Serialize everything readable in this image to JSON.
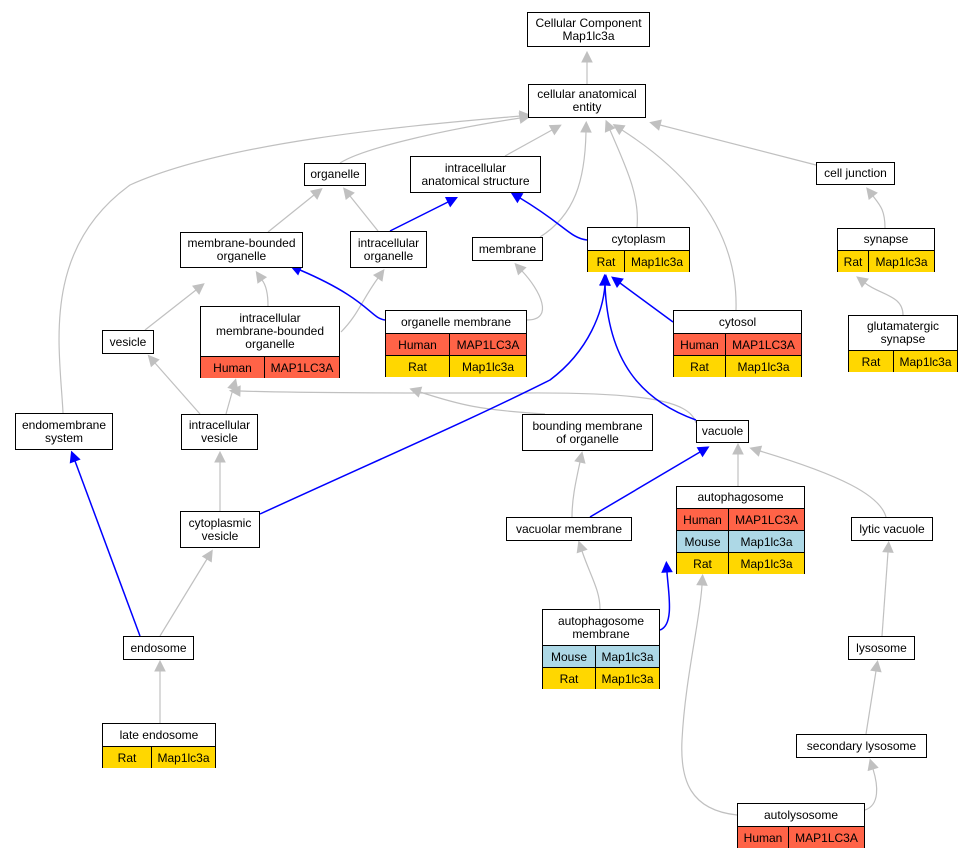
{
  "colors": {
    "human": "#ff6347",
    "mouse": "#add8e6",
    "rat": "#ffd700",
    "edge_gray": "#c0c0c0",
    "edge_blue": "#0000ff"
  },
  "nodes": {
    "cellular_component": {
      "line1": "Cellular Component",
      "line2": "Map1lc3a"
    },
    "cellular_anatomical_entity": {
      "line1": "cellular anatomical",
      "line2": "entity"
    },
    "organelle": {
      "line1": "organelle"
    },
    "intracellular_anatomical_structure": {
      "line1": "intracellular",
      "line2": "anatomical structure"
    },
    "cell_junction": {
      "line1": "cell junction"
    },
    "membrane_bounded_organelle": {
      "line1": "membrane-bounded",
      "line2": "organelle"
    },
    "intracellular_organelle": {
      "line1": "intracellular",
      "line2": "organelle"
    },
    "membrane": {
      "line1": "membrane"
    },
    "cytoplasm": {
      "line1": "cytoplasm",
      "annotations": [
        {
          "species": "Rat",
          "gene": "Map1lc3a"
        }
      ]
    },
    "synapse": {
      "line1": "synapse",
      "annotations": [
        {
          "species": "Rat",
          "gene": "Map1lc3a"
        }
      ]
    },
    "vesicle": {
      "line1": "vesicle"
    },
    "intracellular_membrane_bounded_organelle": {
      "line1": "intracellular",
      "line2": "membrane-bounded",
      "line3": "organelle",
      "annotations": [
        {
          "species": "Human",
          "gene": "MAP1LC3A"
        }
      ]
    },
    "organelle_membrane": {
      "line1": "organelle membrane",
      "annotations": [
        {
          "species": "Human",
          "gene": "MAP1LC3A"
        },
        {
          "species": "Rat",
          "gene": "Map1lc3a"
        }
      ]
    },
    "cytosol": {
      "line1": "cytosol",
      "annotations": [
        {
          "species": "Human",
          "gene": "MAP1LC3A"
        },
        {
          "species": "Rat",
          "gene": "Map1lc3a"
        }
      ]
    },
    "glutamatergic_synapse": {
      "line1": "glutamatergic",
      "line2": "synapse",
      "annotations": [
        {
          "species": "Rat",
          "gene": "Map1lc3a"
        }
      ]
    },
    "endomembrane_system": {
      "line1": "endomembrane",
      "line2": "system"
    },
    "intracellular_vesicle": {
      "line1": "intracellular",
      "line2": "vesicle"
    },
    "bounding_membrane_of_organelle": {
      "line1": "bounding membrane",
      "line2": "of organelle"
    },
    "vacuole": {
      "line1": "vacuole"
    },
    "autophagosome": {
      "line1": "autophagosome",
      "annotations": [
        {
          "species": "Human",
          "gene": "MAP1LC3A"
        },
        {
          "species": "Mouse",
          "gene": "Map1lc3a"
        },
        {
          "species": "Rat",
          "gene": "Map1lc3a"
        }
      ]
    },
    "cytoplasmic_vesicle": {
      "line1": "cytoplasmic",
      "line2": "vesicle"
    },
    "vacuolar_membrane": {
      "line1": "vacuolar membrane"
    },
    "lytic_vacuole": {
      "line1": "lytic vacuole"
    },
    "autophagosome_membrane": {
      "line1": "autophagosome",
      "line2": "membrane",
      "annotations": [
        {
          "species": "Mouse",
          "gene": "Map1lc3a"
        },
        {
          "species": "Rat",
          "gene": "Map1lc3a"
        }
      ]
    },
    "endosome": {
      "line1": "endosome"
    },
    "lysosome": {
      "line1": "lysosome"
    },
    "late_endosome": {
      "line1": "late endosome",
      "annotations": [
        {
          "species": "Rat",
          "gene": "Map1lc3a"
        }
      ]
    },
    "secondary_lysosome": {
      "line1": "secondary lysosome"
    },
    "autolysosome": {
      "line1": "autolysosome",
      "annotations": [
        {
          "species": "Human",
          "gene": "MAP1LC3A"
        }
      ]
    }
  },
  "edges": [
    {
      "from": "cellular_anatomical_entity",
      "to": "cellular_component",
      "type": "is_a"
    },
    {
      "from": "organelle",
      "to": "cellular_anatomical_entity",
      "type": "is_a"
    },
    {
      "from": "intracellular_anatomical_structure",
      "to": "cellular_anatomical_entity",
      "type": "is_a"
    },
    {
      "from": "membrane",
      "to": "cellular_anatomical_entity",
      "type": "is_a"
    },
    {
      "from": "cytoplasm",
      "to": "cellular_anatomical_entity",
      "type": "is_a"
    },
    {
      "from": "cytosol",
      "to": "cellular_anatomical_entity",
      "type": "is_a"
    },
    {
      "from": "cell_junction",
      "to": "cellular_anatomical_entity",
      "type": "is_a"
    },
    {
      "from": "endomembrane_system",
      "to": "cellular_anatomical_entity",
      "type": "is_a"
    },
    {
      "from": "membrane_bounded_organelle",
      "to": "organelle",
      "type": "is_a"
    },
    {
      "from": "intracellular_organelle",
      "to": "organelle",
      "type": "is_a"
    },
    {
      "from": "intracellular_organelle",
      "to": "intracellular_anatomical_structure",
      "type": "part_of"
    },
    {
      "from": "cytoplasm",
      "to": "intracellular_anatomical_structure",
      "type": "part_of"
    },
    {
      "from": "synapse",
      "to": "cell_junction",
      "type": "is_a"
    },
    {
      "from": "glutamatergic_synapse",
      "to": "synapse",
      "type": "is_a"
    },
    {
      "from": "intracellular_membrane_bounded_organelle",
      "to": "membrane_bounded_organelle",
      "type": "is_a"
    },
    {
      "from": "intracellular_membrane_bounded_organelle",
      "to": "intracellular_organelle",
      "type": "is_a"
    },
    {
      "from": "organelle_membrane",
      "to": "membrane_bounded_organelle",
      "type": "part_of"
    },
    {
      "from": "organelle_membrane",
      "to": "membrane",
      "type": "is_a"
    },
    {
      "from": "vesicle",
      "to": "membrane_bounded_organelle",
      "type": "is_a"
    },
    {
      "from": "cytosol",
      "to": "cytoplasm",
      "type": "part_of"
    },
    {
      "from": "vacuole",
      "to": "cytoplasm",
      "type": "part_of"
    },
    {
      "from": "cytoplasmic_vesicle",
      "to": "cytoplasm",
      "type": "part_of"
    },
    {
      "from": "intracellular_vesicle",
      "to": "vesicle",
      "type": "is_a"
    },
    {
      "from": "intracellular_vesicle",
      "to": "intracellular_membrane_bounded_organelle",
      "type": "is_a"
    },
    {
      "from": "vacuole",
      "to": "intracellular_membrane_bounded_organelle",
      "type": "is_a"
    },
    {
      "from": "bounding_membrane_of_organelle",
      "to": "organelle_membrane",
      "type": "is_a"
    },
    {
      "from": "cytoplasmic_vesicle",
      "to": "intracellular_vesicle",
      "type": "is_a"
    },
    {
      "from": "vacuolar_membrane",
      "to": "bounding_membrane_of_organelle",
      "type": "is_a"
    },
    {
      "from": "vacuolar_membrane",
      "to": "vacuole",
      "type": "part_of"
    },
    {
      "from": "autophagosome",
      "to": "vacuole",
      "type": "is_a"
    },
    {
      "from": "lytic_vacuole",
      "to": "vacuole",
      "type": "is_a"
    },
    {
      "from": "autophagosome_membrane",
      "to": "vacuolar_membrane",
      "type": "is_a"
    },
    {
      "from": "autophagosome_membrane",
      "to": "autophagosome",
      "type": "part_of"
    },
    {
      "from": "endosome",
      "to": "endomembrane_system",
      "type": "part_of"
    },
    {
      "from": "endosome",
      "to": "cytoplasmic_vesicle",
      "type": "is_a"
    },
    {
      "from": "late_endosome",
      "to": "endosome",
      "type": "is_a"
    },
    {
      "from": "lysosome",
      "to": "lytic_vacuole",
      "type": "is_a"
    },
    {
      "from": "secondary_lysosome",
      "to": "lysosome",
      "type": "is_a"
    },
    {
      "from": "autolysosome",
      "to": "secondary_lysosome",
      "type": "is_a"
    },
    {
      "from": "autolysosome",
      "to": "autophagosome",
      "type": "is_a"
    }
  ]
}
